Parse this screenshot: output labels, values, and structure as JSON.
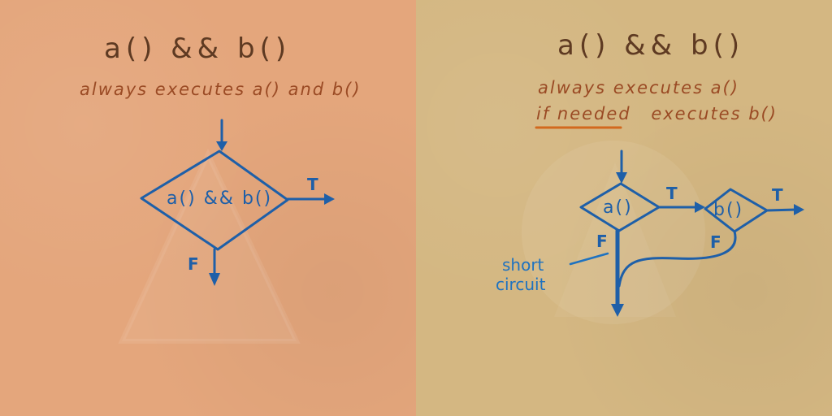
{
  "left": {
    "title": "a() && b()",
    "subtitle": "always executes a() and b()",
    "diamond_label": "a() && b()",
    "true_label": "T",
    "false_label": "F"
  },
  "right": {
    "title": "a() && b()",
    "line1": "always executes a()",
    "line2_emphasis": "if needed",
    "line2_rest": "executes b()",
    "diamond_a_label": "a()",
    "diamond_b_label": "b()",
    "true_label_a": "T",
    "true_label_b": "T",
    "false_label_a": "F",
    "false_label_b": "F",
    "note_line1": "short",
    "note_line2": "circuit"
  },
  "colors": {
    "left_background": "#e4a67c",
    "right_background": "#d4b782",
    "ink_brown": "#9a4a24",
    "ink_dark": "#5e3a22",
    "ink_blue": "#1e5fa8",
    "ink_blue_light": "#1e72c0",
    "emphasis_underline": "#d2691e"
  }
}
